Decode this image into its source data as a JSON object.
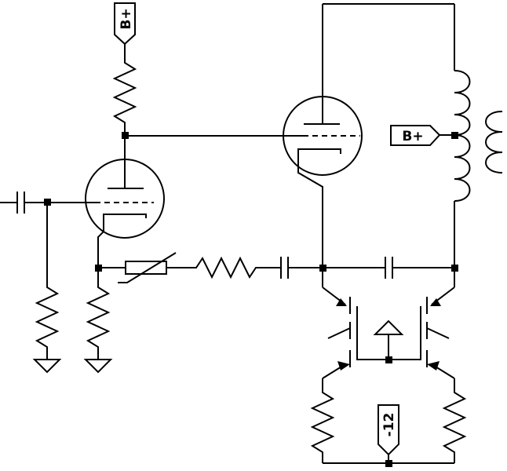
{
  "labels": {
    "bplus_top": "B+",
    "bplus_transformer": "B+",
    "neg_supply": "-12"
  },
  "colors": {
    "line": "#000000",
    "background": "#ffffff"
  },
  "components": {
    "vacuum_tubes": 2,
    "resistors": 6,
    "capacitors": 3,
    "transistors": 4,
    "grounds": 2,
    "transformer": 1,
    "thermistor": 1
  }
}
